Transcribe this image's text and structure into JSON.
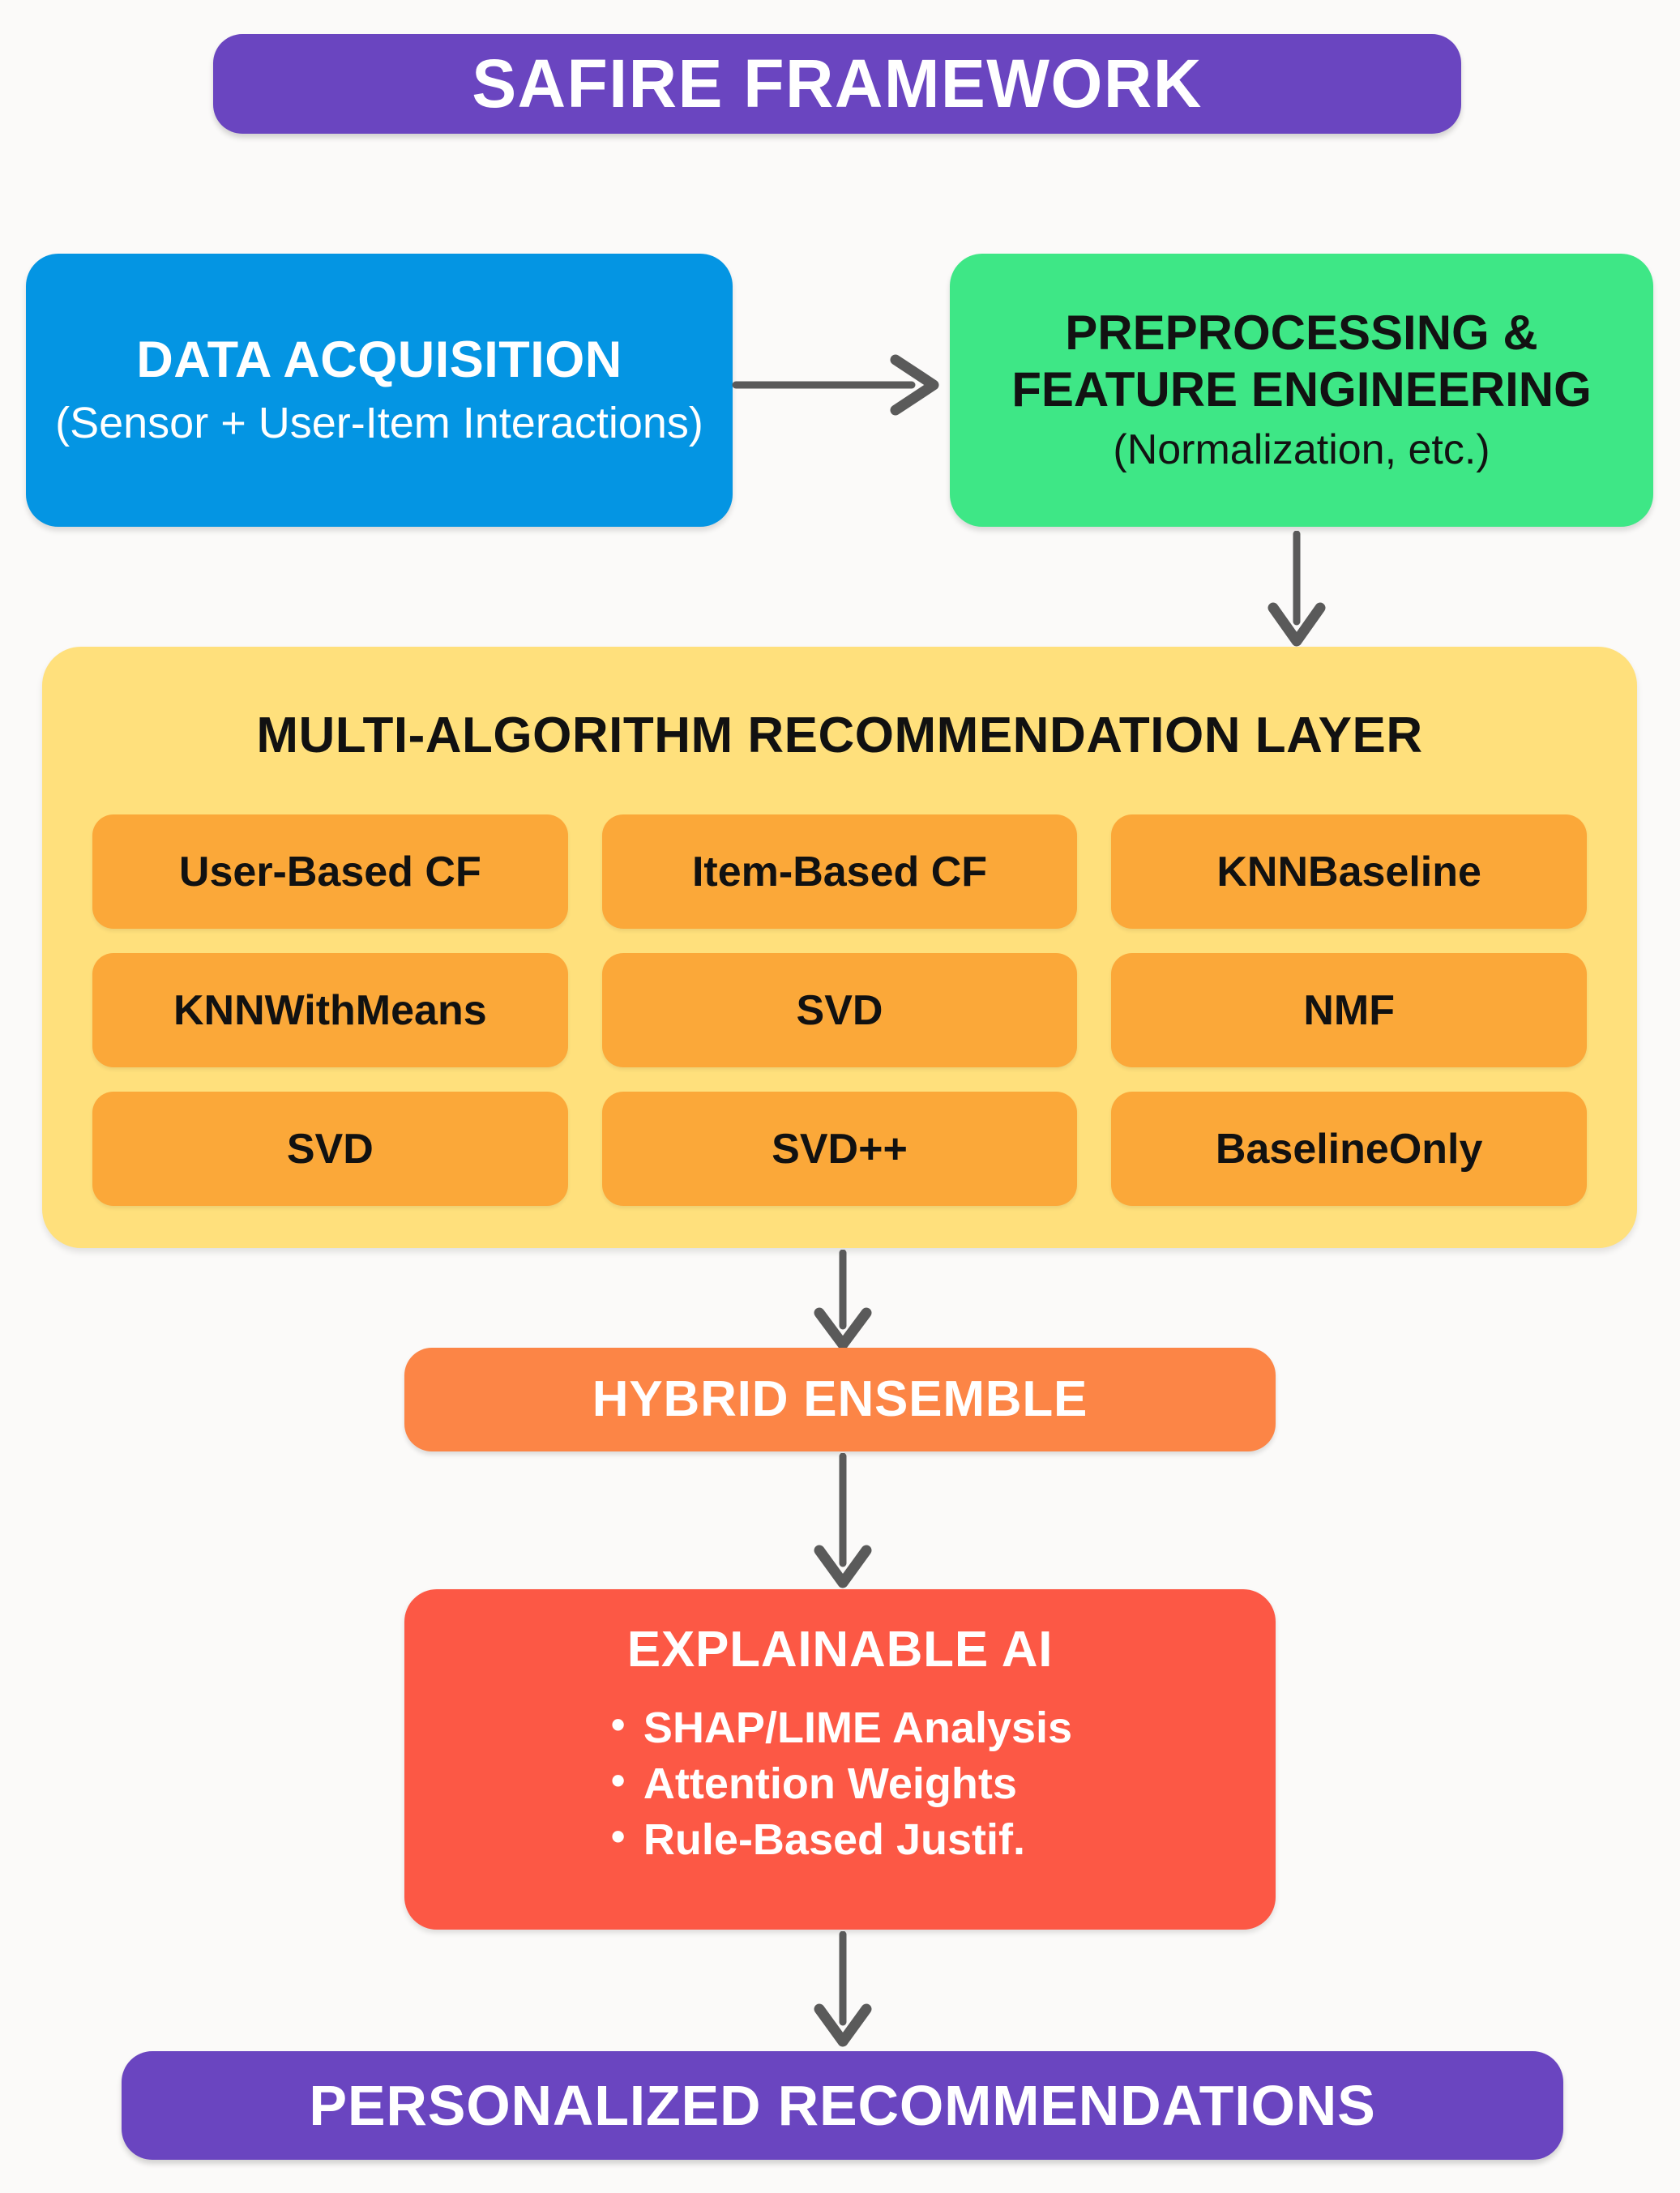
{
  "title": {
    "text": "SAFIRE FRAMEWORK",
    "color": "#6A45C0"
  },
  "stages": {
    "data_acquisition": {
      "heading": "DATA ACQUISITION",
      "subtitle": "(Sensor + User-Item Interactions)",
      "color": "#0495E3"
    },
    "preprocessing": {
      "heading_line1": "PREPROCESSING &",
      "heading_line2": "FEATURE ENGINEERING",
      "subtitle": "(Normalization, etc.)",
      "color": "#3EE786"
    },
    "algorithm_layer": {
      "heading": "MULTI-ALGORITHM RECOMMENDATION LAYER",
      "container_color": "#FFE07C",
      "pill_color": "#FBA839",
      "algorithms": [
        "User-Based CF",
        "Item-Based CF",
        "KNNBaseline",
        "KNNWithMeans",
        "SVD",
        "NMF",
        "SVD",
        "SVD++",
        "BaselineOnly"
      ]
    },
    "hybrid_ensemble": {
      "heading": "HYBRID ENSEMBLE",
      "color": "#FC8546"
    },
    "explainable_ai": {
      "heading": "EXPLAINABLE AI",
      "color": "#FC5845",
      "bullets": [
        "SHAP/LIME Analysis",
        "Attention Weights",
        "Rule-Based Justif."
      ]
    },
    "personalized_recommendations": {
      "heading": "PERSONALIZED RECOMMENDATIONS",
      "color": "#6A45C0"
    }
  },
  "connectors": {
    "arrow_color": "#5A5A5A",
    "items": [
      {
        "name": "data-acquisition-to-preprocessing",
        "direction": "right"
      },
      {
        "name": "preprocessing-to-algorithm-layer",
        "direction": "down"
      },
      {
        "name": "algorithm-layer-to-hybrid-ensemble",
        "direction": "down"
      },
      {
        "name": "hybrid-ensemble-to-explainable-ai",
        "direction": "down"
      },
      {
        "name": "explainable-ai-to-personalized-recommendations",
        "direction": "down"
      }
    ]
  },
  "background_color": "#FBFAF9"
}
